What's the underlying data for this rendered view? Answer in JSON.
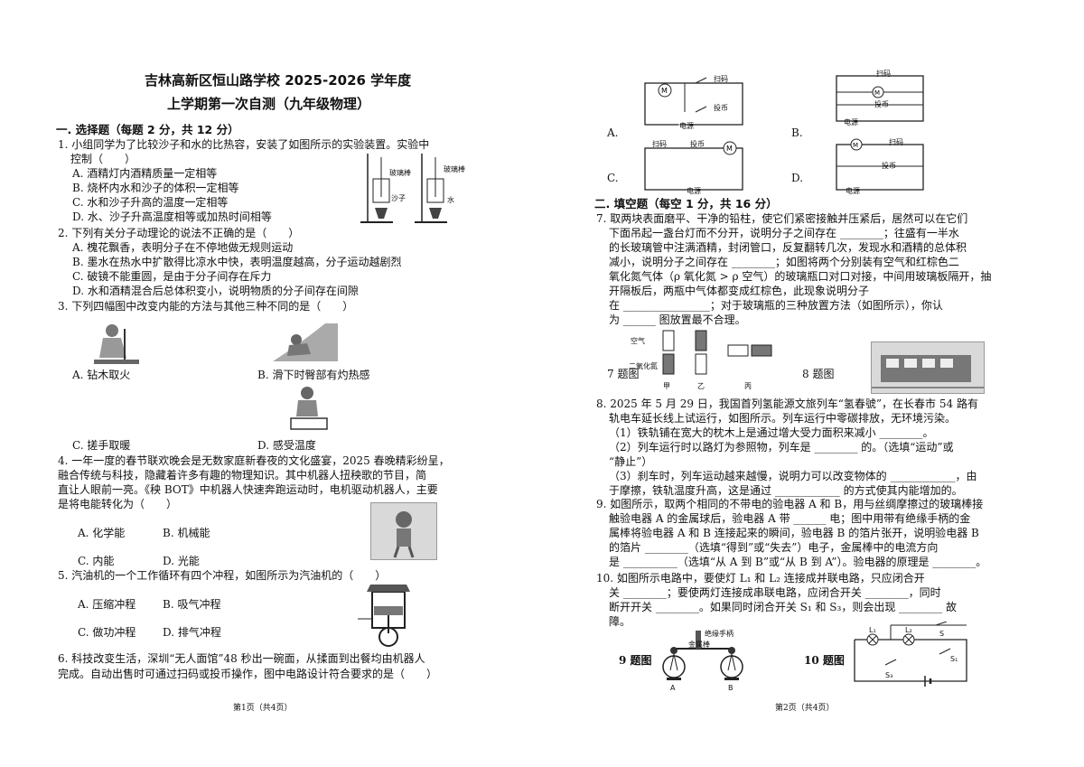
{
  "left": {
    "title1": "吉林高新区恒山路学校 2025-2026 学年度",
    "title2": "上学期第一次自测（九年级物理）",
    "section1": "一. 选择题（每题 2 分，共 12 分）",
    "q1": {
      "line1": "1. 小组同学为了比较沙子和水的比热容，安装了如图所示的实验装置。实验中",
      "line2": "控制（　　）",
      "options": [
        "A. 酒精灯内酒精质量一定相等",
        "B. 烧杯内水和沙子的体积一定相等",
        "C. 水和沙子升高的温度一定相等",
        "D. 水、沙子升高温度相等或加热时间相等"
      ],
      "fig_labels": [
        "玻璃棒",
        "玻璃棒",
        "沙子",
        "水"
      ]
    },
    "q2": {
      "line1": "2. 下列有关分子动理论的说法不正确的是（　　）",
      "options": [
        "A. 槐花飘香，表明分子在不停地做无规则运动",
        "B. 墨水在热水中扩散得比凉水中快，表明温度越高，分子运动越剧烈",
        "C. 破镜不能重圆，是由于分子间存在斥力",
        "D. 水和酒精混合后总体积变小，说明物质的分子间存在间隙"
      ]
    },
    "q3": {
      "line1": "3. 下列四幅图中改变内能的方法与其他三种不同的是（　　）",
      "options": [
        "A. 钻木取火",
        "B. 滑下时臀部有灼热感",
        "C. 搓手取暖",
        "D. 感受温度"
      ]
    },
    "q4": {
      "lines": [
        "4. 一年一度的春节联欢晚会是无数家庭新春夜的文化盛宴，2025 春晚精彩纷呈，",
        "融合传统与科技，隐藏着许多有趣的物理知识。其中机器人扭秧歌的节目，简",
        "直让人眼前一亮。《秧 BOT》中机器人快速奔跑运动时，电机驱动机器人，主要",
        "是将电能转化为（　　）"
      ],
      "options": [
        "A. 化学能",
        "B. 机械能",
        "C. 内能",
        "D. 光能"
      ]
    },
    "q5": {
      "line1": "5. 汽油机的一个工作循环有四个冲程，如图所示为汽油机的（　　）",
      "options": [
        "A. 压缩冲程",
        "B. 吸气冲程",
        "C. 做功冲程",
        "D. 排气冲程"
      ]
    },
    "q6": {
      "lines": [
        "6. 科技改变生活，深圳“无人面馆”48 秒出一碗面，从揉面到出餐均由机器人",
        "完成。自动出售时可通过扫码或投币操作，图中电路设计符合要求的是（　　）"
      ]
    },
    "footer": "第1页（共4页）"
  },
  "right": {
    "circuit_labels": {
      "scan": "扫码",
      "coin": "投币",
      "power": "电源",
      "motor": "M",
      "opts": [
        "A.",
        "B.",
        "C.",
        "D."
      ]
    },
    "section2": "二. 填空题（每空 1 分，共 16 分）",
    "q7": {
      "lines": [
        "7. 取两块表面磨平、干净的铅柱，使它们紧密接触并压紧后，居然可以在它们",
        "下面吊起一盏台灯而不分开，说明分子之间存在 ________；往盛有一半水",
        "的长玻璃管中注满酒精，封闭管口，反复翻转几次，发现水和酒精的总体积",
        "减小，说明分子之间存在 ________；如图将两个分别装有空气和红棕色二",
        "氧化氮气体（ρ 氧化氮 > ρ 空气）的玻璃瓶口对口对接，中间用玻璃板隔开，抽",
        "开隔板后，两瓶中气体都变成红棕色，此现象说明分子",
        "在 ________________；对于玻璃瓶的三种放置方法（如图所示），你认",
        "为 ______ 图放置最不合理。"
      ],
      "fig_caption": "7 题图",
      "fig_labels": [
        "空气",
        "二氧化氮",
        "甲",
        "乙",
        "丙"
      ]
    },
    "q8": {
      "fig_caption": "8 题图",
      "lines": [
        "8. 2025 年 5 月 29 日，我国首列氢能源文旅列车“氢春號”，在长春市 54 路有",
        "轨电车延长线上试运行，如图所示。列车运行中零碳排放，无环境污染。",
        "（1）铁轨铺在宽大的枕木上是通过增大受力面积来减小 ________。",
        "（2）列车运行时以路灯为参照物，列车是 ________ 的。（选填“运动”或",
        "“静止”）",
        "（3）刹车时，列车运动越来越慢，说明力可以改变物体的 ____________，由",
        "于摩擦，铁轨温度升高，这是通过 ____________ 的方式使其内能增加的。"
      ]
    },
    "q9": {
      "lines": [
        "9. 如图所示，取两个相同的不带电的验电器 A 和 B，用与丝绸摩擦过的玻璃棒接",
        "触验电器 A 的金属球后，验电器 A 带 ______ 电；图中用带有绝缘手柄的金",
        "属棒将验电器 A 和 B 连接起来的瞬间，验电器 B 的箔片张开，说明验电器 B",
        "的箔片 ________（选填“得到”或“失去”）电子，金属棒中的电流方向",
        "是 __________（选填“从 A 到 B”或“从 B 到 A”）。验电器的原理是 ________。"
      ],
      "fig_caption": "9 题图",
      "fig_labels": [
        "绝缘手柄",
        "金属棒",
        "A",
        "B"
      ]
    },
    "q10": {
      "lines": [
        "10. 如图所示电路中，要使灯 L₁ 和 L₂ 连接成并联电路，只应闭合开",
        "关 ________；要使两灯连接成串联电路，应闭合开关 ________，同时",
        "断开开关 ________。如果同时闭合开关 S₁ 和 S₃，则会出现 ________ 故",
        "障。"
      ],
      "fig_caption": "10 题图",
      "fig_labels": [
        "L₁",
        "L₂",
        "S",
        "S₁",
        "S₃"
      ]
    },
    "footer": "第2页（共4页）"
  }
}
